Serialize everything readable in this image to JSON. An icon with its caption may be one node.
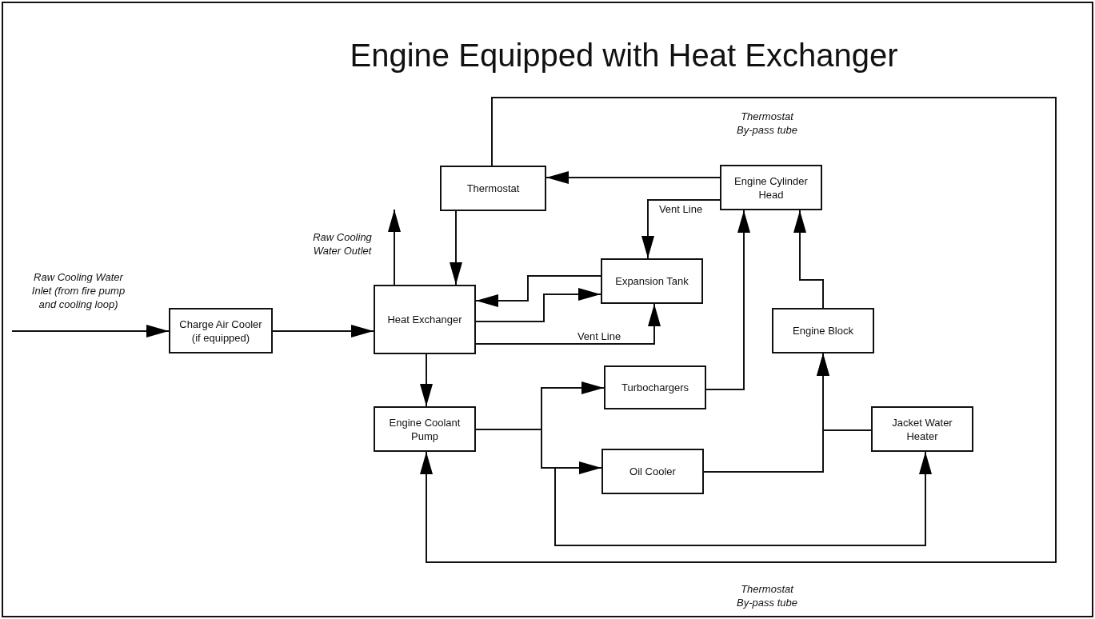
{
  "diagram": {
    "title": "Engine Equipped with Heat Exchanger",
    "nodes": [
      {
        "text": [
          "Thermostat"
        ]
      },
      {
        "text": [
          "Engine Cylinder Head"
        ]
      },
      {
        "text": [
          "Expansion Tank"
        ]
      },
      {
        "text": [
          "Charge Air Cooler (if equipped)"
        ]
      },
      {
        "text": [
          "Heat Exchanger"
        ]
      },
      {
        "text": [
          "Engine Block"
        ]
      },
      {
        "text": [
          "Turbochargers"
        ]
      },
      {
        "text": [
          "Engine Coolant Pump"
        ]
      },
      {
        "text": [
          "Jacket Water Heater"
        ]
      },
      {
        "text": [
          "Oil Cooler"
        ]
      }
    ],
    "edges": [
      {
        "from": null,
        "to": 3,
        "arrow": "to",
        "label": "Raw Cooling Water Inlet (from fire pump and cooling loop)"
      },
      {
        "from": 3,
        "to": 4,
        "arrow": "to"
      },
      {
        "from": 4,
        "to": null,
        "arrow": "to",
        "label": "Raw Cooling Water Outlet"
      },
      {
        "from": 0,
        "to": 4,
        "arrow": "to"
      },
      {
        "from": 1,
        "to": 0,
        "arrow": "to"
      },
      {
        "from": 1,
        "to": 2,
        "arrow": "to",
        "label": "Vent Line"
      },
      {
        "from": 2,
        "to": 4,
        "arrow": "to"
      },
      {
        "from": 4,
        "to": 2,
        "arrow": "to"
      },
      {
        "from": 4,
        "to": 2,
        "arrow": "to",
        "label": "Vent Line"
      },
      {
        "from": 4,
        "to": 7,
        "arrow": "to"
      },
      {
        "from": 0,
        "to": 7,
        "arrow": "to",
        "label": "Thermostat By-pass tube"
      },
      {
        "from": 7,
        "to": 6,
        "arrow": "to"
      },
      {
        "from": 7,
        "to": 9,
        "arrow": "to"
      },
      {
        "from": 7,
        "to": 8,
        "arrow": "to"
      },
      {
        "from": 6,
        "to": 1,
        "arrow": "to"
      },
      {
        "from": 5,
        "to": 1,
        "arrow": "to"
      },
      {
        "from": 9,
        "to": 5,
        "arrow": "to"
      },
      {
        "from": 8,
        "to": 5,
        "arrow": "to"
      }
    ],
    "labels": [
      "Thermostat By-pass tube"
    ]
  }
}
